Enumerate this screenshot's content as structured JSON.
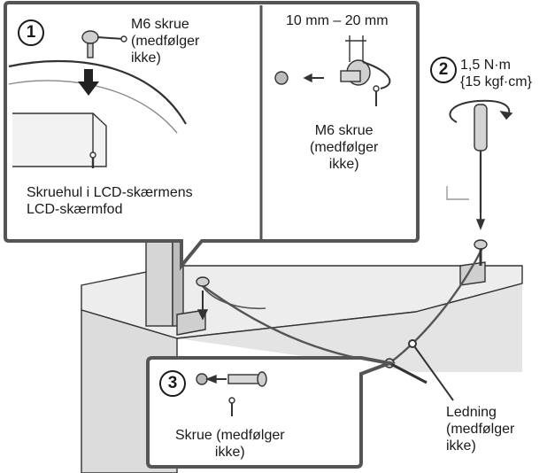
{
  "callout_1": {
    "step": "1",
    "screw_label": [
      "M6 skrue",
      "(medfølger",
      "ikke)"
    ],
    "hole_label": [
      "Skruehul i LCD-skærmens",
      "LCD-skærmfod"
    ]
  },
  "callout_1b": {
    "dimension": "10 mm – 20 mm",
    "screw_label": [
      "M6 skrue",
      "(medfølger",
      "ikke)"
    ]
  },
  "step_2": {
    "step": "2",
    "torque": [
      "1,5 N·m",
      "{15 kgf·cm}"
    ]
  },
  "callout_3": {
    "step": "3",
    "screw_label": [
      "Skrue (medfølger",
      "ikke)"
    ]
  },
  "cord_label": [
    "Ledning",
    "(medfølger",
    "ikke)"
  ]
}
